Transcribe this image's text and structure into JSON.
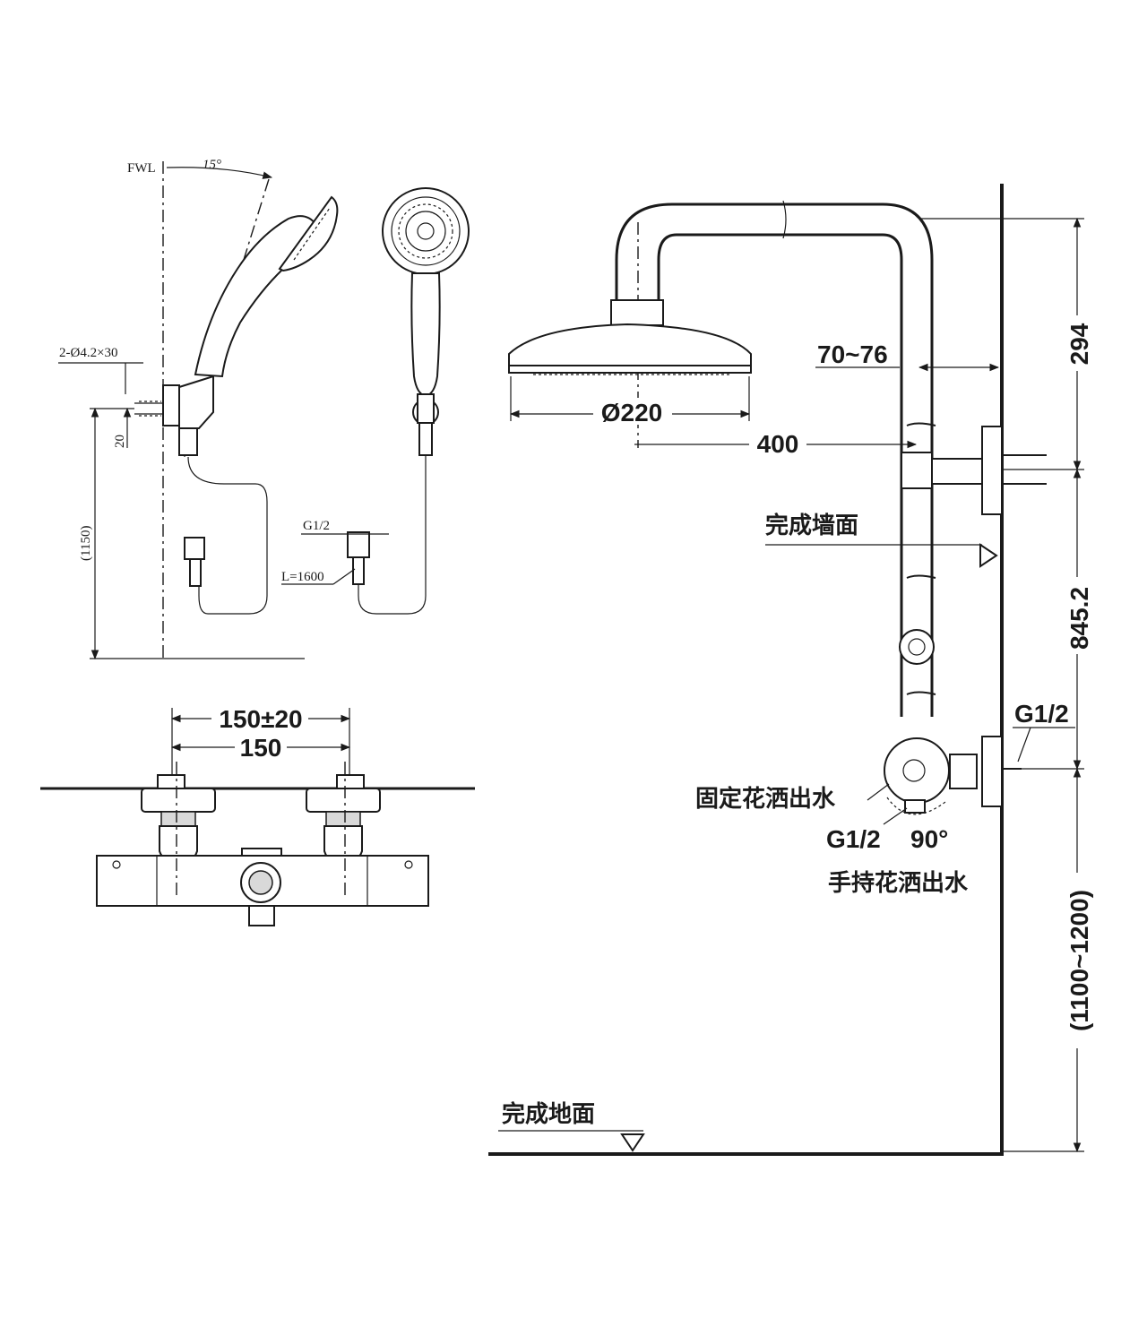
{
  "handshower_view": {
    "fwl_label": "FWL",
    "angle_label": "15°",
    "screw_label": "2-Ø4.2×30",
    "offset_label": "20",
    "height_label": "(1150)",
    "thread_label": "G1/2",
    "hose_label": "L=1600"
  },
  "mixer_view": {
    "outer_spacing_label": "150±20",
    "inner_spacing_label": "150"
  },
  "column_view": {
    "head_diameter_label": "Ø220",
    "arm_length_label": "400",
    "wall_offset_label": "70~76",
    "top_height_label": "294",
    "middle_height_label": "845.2",
    "bottom_height_label": "(1100~1200)",
    "finished_wall_label": "完成墙面",
    "finished_floor_label": "完成地面",
    "inlet_thread_label": "G1/2",
    "fixed_outlet_label": "固定花洒出水",
    "handheld_thread_label": "G1/2",
    "rotation_label": "90°",
    "handheld_outlet_label": "手持花洒出水"
  }
}
